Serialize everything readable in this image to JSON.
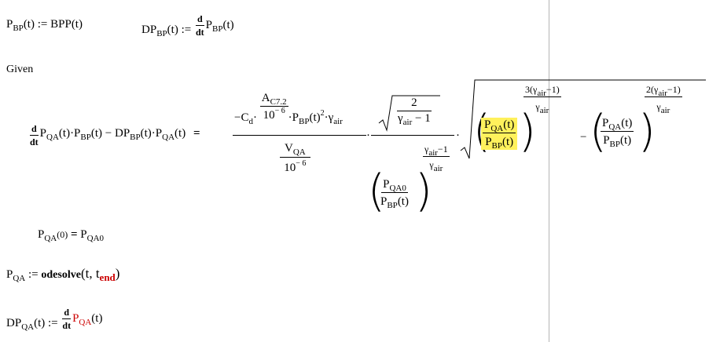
{
  "lines": {
    "line1_left": {
      "P": "P",
      "sub": "BP",
      "arg": "(t)",
      "assign": " := ",
      "rhs": "BPP(t)"
    },
    "line1_right": {
      "DP": "DP",
      "sub": "BP",
      "arg": "(t)",
      "assign": " := ",
      "d": "d",
      "dt": "dt",
      "P": "P",
      "sub2": "BP",
      "arg2": "(t)"
    },
    "given": "Given",
    "ode": {
      "d": "d",
      "dt": "dt",
      "lhs_a": "P",
      "lhs_a_sub": "QA",
      "lhs_a_arg": "(t)·P",
      "lhs_b_sub": "BP",
      "lhs_b_arg": "(t) − DP",
      "lhs_c_sub": "BP",
      "lhs_c_arg": "(t)·P",
      "lhs_d_sub": "QA",
      "lhs_d_arg": "(t)",
      "eq": "=",
      "num_minus_c": "−C",
      "num_c_sub": "d",
      "num_dot": "·",
      "a": "A",
      "a_sub": "C7.2",
      "ten": "10",
      "ten_exp": "− 6",
      "pbp": "·P",
      "pbp_sub": "BP",
      "pbp_arg": "(t)",
      "pbp_exp": "2",
      "gamma": "·γ",
      "gamma_sub": "air",
      "v": "V",
      "v_sub": "QA",
      "ten2": "10",
      "ten2_exp": "− 6",
      "two": "2",
      "g1": "γ",
      "g1_sub": "air",
      "g1_minus": " − 1",
      "pqa0": "P",
      "pqa0_sub": "QA0",
      "pbp2": "P",
      "pbp2_sub": "BP",
      "pbp2_arg": "(t)",
      "exp1_g": "γ",
      "exp1_sub": "air",
      "exp1_m": "−1",
      "exp1_den_g": "γ",
      "exp1_den_sub": "air",
      "pqa_h": "P",
      "pqa_h_sub": "QA",
      "pqa_h_arg": "(t)",
      "pbp_h": "P",
      "pbp_h_sub": "BP",
      "pbp_h_arg": "(t)",
      "exp2_num": "3(γ",
      "exp2_sub": "air",
      "exp2_tail": "−1)",
      "exp2_den": "γ",
      "exp2_den_sub": "air",
      "minus": "−",
      "pqa_r": "P",
      "pqa_r_sub": "QA",
      "pqa_r_arg": "(t)",
      "pbp_r": "P",
      "pbp_r_sub": "BP",
      "pbp_r_arg": "(t)",
      "exp3_num": "2(γ",
      "exp3_sub": "air",
      "exp3_tail": "−1)",
      "exp3_den": "γ",
      "exp3_den_sub": "air"
    },
    "initial": {
      "P": "P",
      "sub": "QA",
      "arg": "(0)",
      "eq": " = ",
      "P2": "P",
      "sub2": "QA0"
    },
    "solve": {
      "P": "P",
      "sub": "QA",
      "assign": " := ",
      "fn": "odesolve",
      "args": "(t, t",
      "t_sub": "end",
      "close": ")"
    },
    "deriv": {
      "DP": "DP",
      "sub": "QA",
      "arg": "(t)",
      "assign": " := ",
      "d": "d",
      "dt": "dt",
      "P": "P",
      "sub2": "QA",
      "arg2": "(t)"
    }
  },
  "colors": {
    "highlight": "#fff15c",
    "red": "#cc0000",
    "divider": "#b5b5b5"
  }
}
